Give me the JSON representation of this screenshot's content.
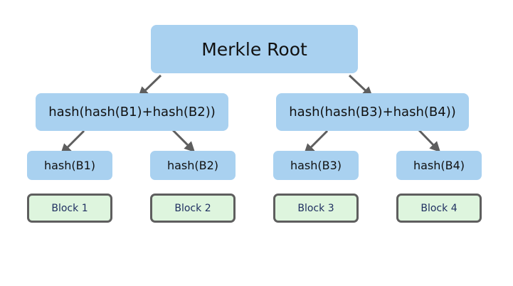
{
  "diagram": {
    "root": {
      "label": "Merkle Root"
    },
    "level1": [
      {
        "label": "hash(hash(B1)+hash(B2))"
      },
      {
        "label": "hash(hash(B3)+hash(B4))"
      }
    ],
    "level2": [
      {
        "label": "hash(B1)"
      },
      {
        "label": "hash(B2)"
      },
      {
        "label": "hash(B3)"
      },
      {
        "label": "hash(B4)"
      }
    ],
    "blocks": [
      {
        "label": "Block 1"
      },
      {
        "label": "Block 2"
      },
      {
        "label": "Block 3"
      },
      {
        "label": "Block 4"
      }
    ],
    "colors": {
      "hash_node_fill": "#a9d1f0",
      "block_fill": "#def5de",
      "block_border": "#5e5e5e",
      "block_text": "#1f2f60",
      "arrow": "#5e5e5e"
    }
  }
}
